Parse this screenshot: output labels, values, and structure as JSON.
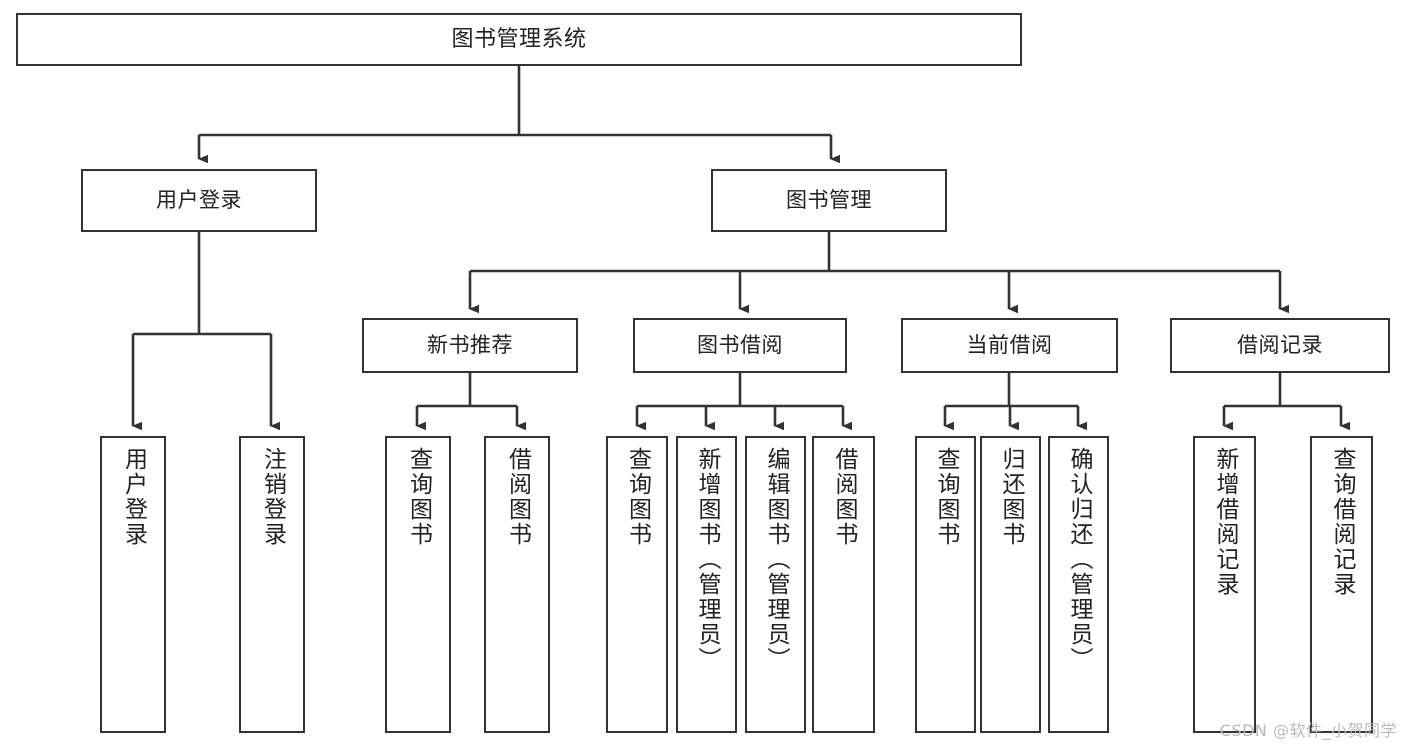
{
  "diagram": {
    "title": "图书管理系统",
    "type": "tree",
    "watermark": "CSDN @软件_小贺同学",
    "colors": {
      "border": "#333333",
      "background": "#ffffff",
      "text": "#222222",
      "watermark": "#b9b9b9"
    },
    "levels": {
      "root": {
        "id": "root",
        "label": "图书管理系统"
      },
      "level2": [
        {
          "id": "user-login",
          "label": "用户登录"
        },
        {
          "id": "book-manage",
          "label": "图书管理"
        }
      ],
      "level3": [
        {
          "id": "new-book-recommend",
          "label": "新书推荐",
          "parent": "book-manage"
        },
        {
          "id": "book-borrow",
          "label": "图书借阅",
          "parent": "book-manage"
        },
        {
          "id": "current-borrow",
          "label": "当前借阅",
          "parent": "book-manage"
        },
        {
          "id": "borrow-record",
          "label": "借阅记录",
          "parent": "book-manage"
        }
      ],
      "leaves": [
        {
          "id": "leaf-user-login",
          "label": "用户登录",
          "parent": "user-login"
        },
        {
          "id": "leaf-logout-login",
          "label": "注销登录",
          "parent": "user-login"
        },
        {
          "id": "leaf-query-book-1",
          "label": "查询图书",
          "parent": "new-book-recommend"
        },
        {
          "id": "leaf-borrow-book-1",
          "label": "借阅图书",
          "parent": "new-book-recommend"
        },
        {
          "id": "leaf-query-book-2",
          "label": "查询图书",
          "parent": "book-borrow"
        },
        {
          "id": "leaf-add-book",
          "label": "新增图书（管理员）",
          "parent": "book-borrow"
        },
        {
          "id": "leaf-edit-book",
          "label": "编辑图书（管理员）",
          "parent": "book-borrow"
        },
        {
          "id": "leaf-borrow-book-2",
          "label": "借阅图书",
          "parent": "book-borrow"
        },
        {
          "id": "leaf-query-book-3",
          "label": "查询图书",
          "parent": "current-borrow"
        },
        {
          "id": "leaf-return-book",
          "label": "归还图书",
          "parent": "current-borrow"
        },
        {
          "id": "leaf-confirm-return",
          "label": "确认归还（管理员）",
          "parent": "current-borrow"
        },
        {
          "id": "leaf-add-borrow-record",
          "label": "新增借阅记录",
          "parent": "borrow-record"
        },
        {
          "id": "leaf-query-borrow-record",
          "label": "查询借阅记录",
          "parent": "borrow-record"
        }
      ]
    }
  }
}
